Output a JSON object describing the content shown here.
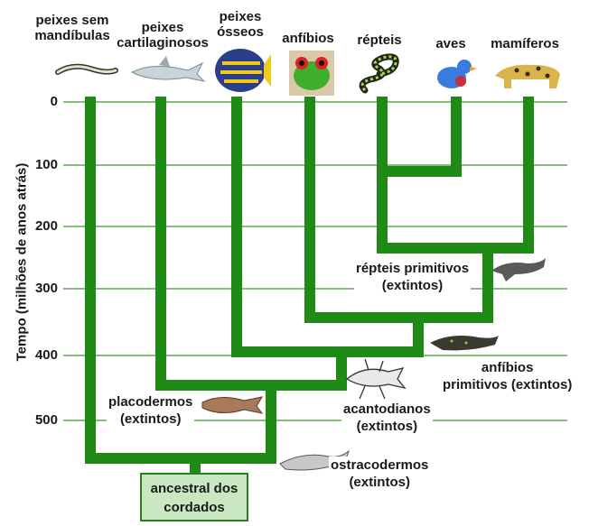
{
  "groups": {
    "jawless": "peixes sem\nmandíbulas",
    "cartilaginous": "peixes\ncartilaginosos",
    "bony": "peixes\nósseos",
    "amphibians": "anfíbios",
    "reptiles": "répteis",
    "birds": "aves",
    "mammals": "mamíferos"
  },
  "axis": {
    "label": "Tempo (milhões de anos atrás)",
    "ticks": [
      "0",
      "100",
      "200",
      "300",
      "400",
      "500"
    ]
  },
  "extinct": {
    "primitive_reptiles": "répteis primitivos\n(extintos)",
    "primitive_amphibians": "anfíbios\nprimitivos (extintos)",
    "acanthodians": "acantodianos\n(extintos)",
    "placoderms": "placodermos\n(extintos)",
    "ostracoderms": "ostracodermos\n(extintos)"
  },
  "root": "ancestral dos\ncordados",
  "colors": {
    "branch": "#1f8a16",
    "gridline": "#3a9a2a",
    "root_fill": "#c9e8c2"
  },
  "icons": [
    "lamprey-icon",
    "shark-icon",
    "angelfish-icon",
    "frog-icon",
    "snake-icon",
    "bird-icon",
    "jaguar-icon",
    "primitive-reptile-icon",
    "primitive-amphibian-icon",
    "acanthodian-icon",
    "placoderm-icon",
    "ostracoderm-icon"
  ]
}
